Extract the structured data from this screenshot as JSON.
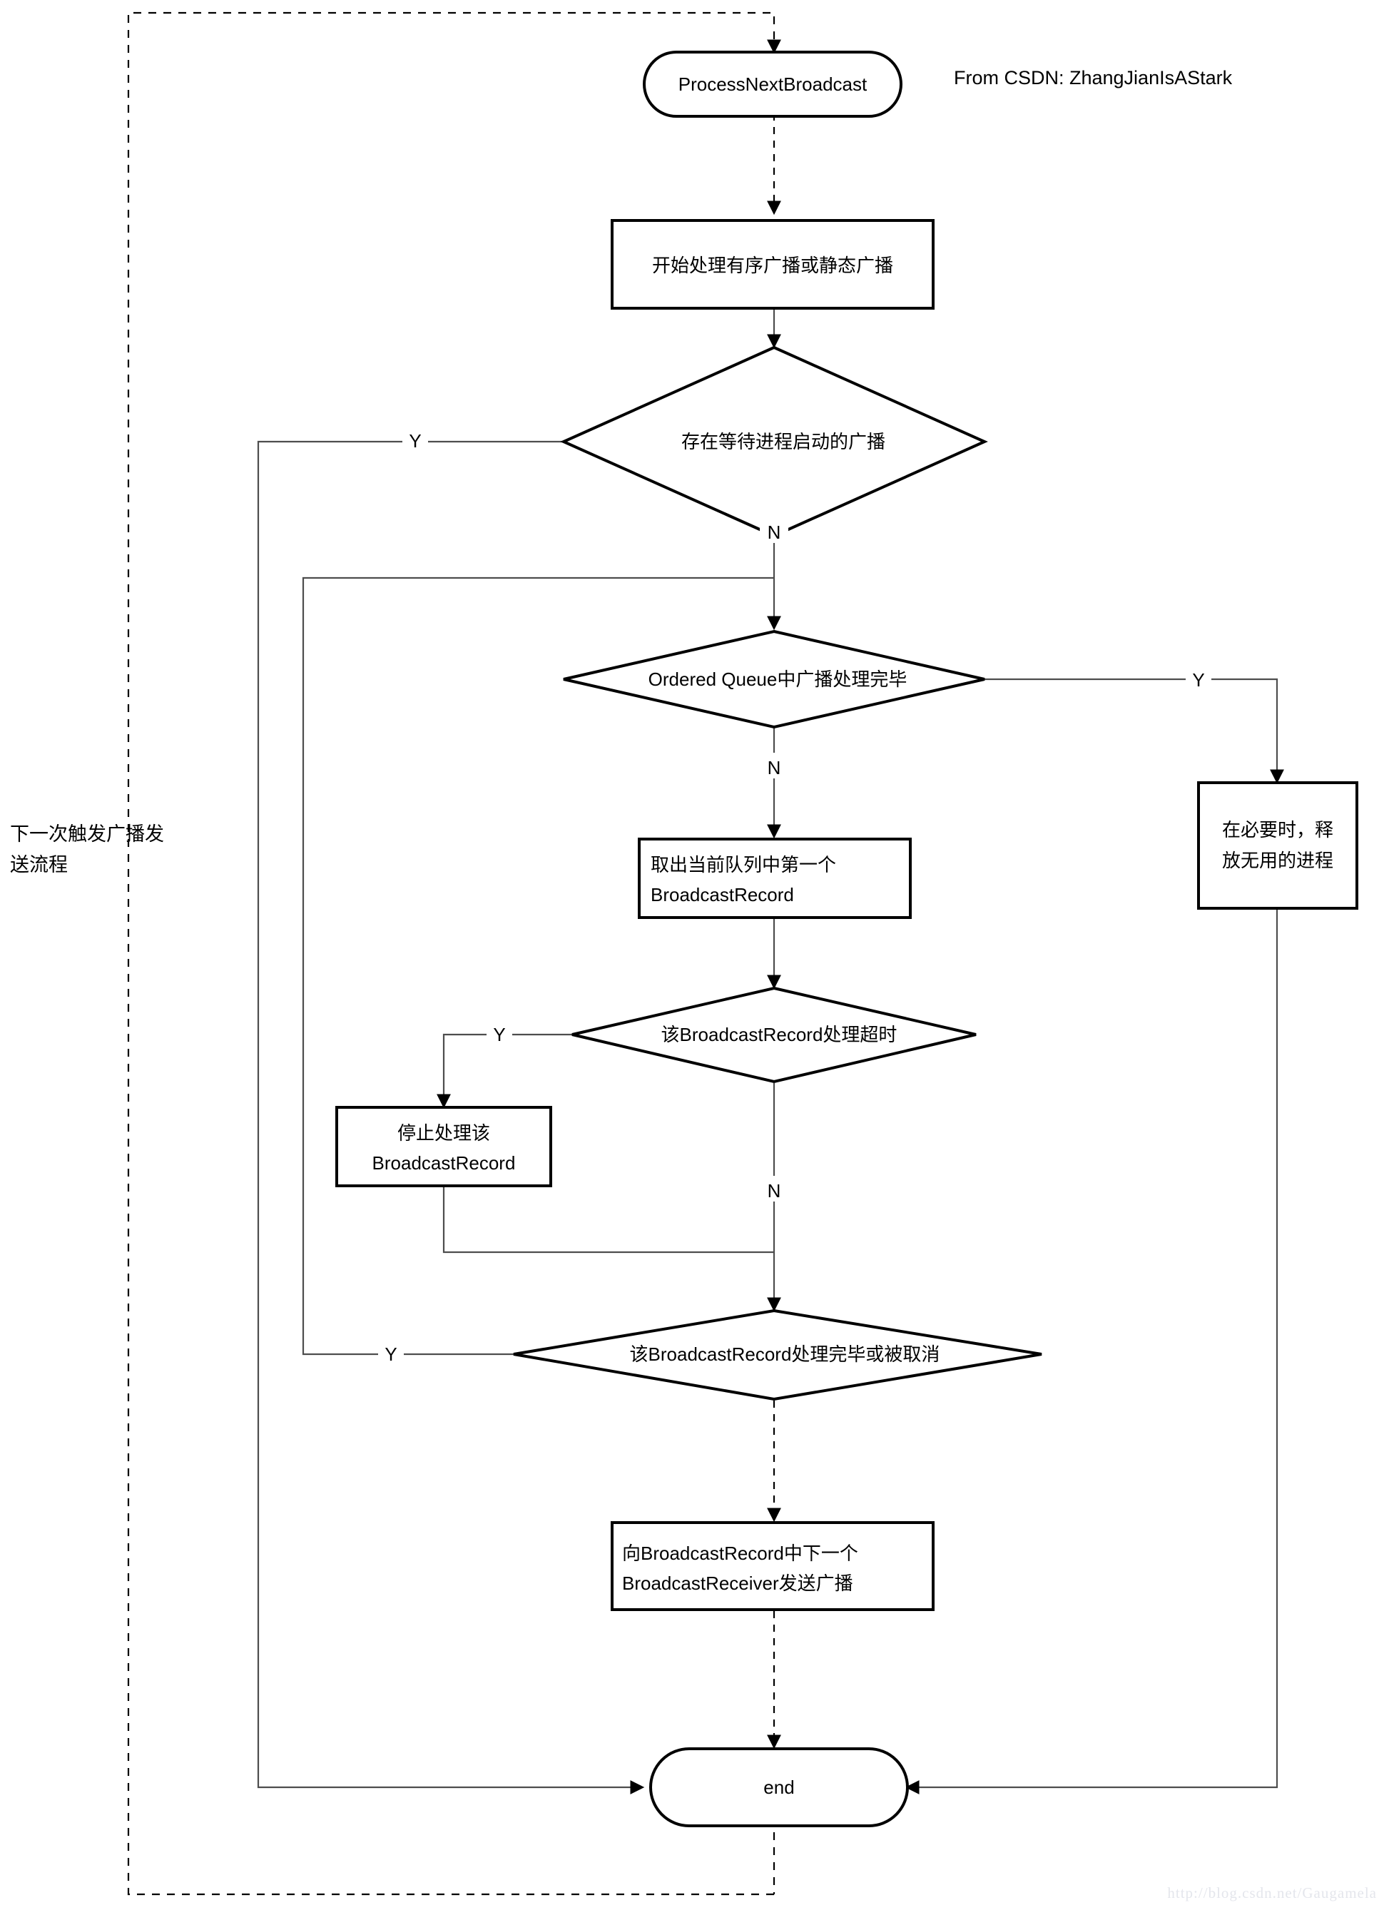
{
  "diagram": {
    "title": "ProcessNextBroadcast flow",
    "attribution": "From CSDN: ZhangJianIsAStark",
    "watermark": "http://blog.csdn.net/Gaugamela",
    "side_note": "下一次触发广播发送流程",
    "colors": {
      "shape_stroke": "#000000",
      "shape_fill": "#ffffff",
      "link": "#4d4d4d",
      "text": "#000000",
      "watermark": "#e4e6ec"
    },
    "nodes": {
      "start": {
        "label": "ProcessNextBroadcast",
        "shape": "terminator"
      },
      "process_begin": {
        "label": "开始处理有序广播或静态广播",
        "shape": "process"
      },
      "decision_pending_process": {
        "label": "存在等待进程启动的广播",
        "shape": "decision"
      },
      "decision_queue_done": {
        "label": "Ordered Queue中广播处理完毕",
        "shape": "decision"
      },
      "process_release": {
        "label_line1": "在必要时，释",
        "label_line2": "放无用的进程",
        "shape": "process"
      },
      "process_take_first": {
        "label_line1": "取出当前队列中第一个",
        "label_line2": "BroadcastRecord",
        "shape": "process"
      },
      "decision_timeout": {
        "label": "该BroadcastRecord处理超时",
        "shape": "decision"
      },
      "process_stop": {
        "label_line1": "停止处理该",
        "label_line2": "BroadcastRecord",
        "shape": "process"
      },
      "decision_finished": {
        "label": "该BroadcastRecord处理完毕或被取消",
        "shape": "decision"
      },
      "process_send_next": {
        "label_line1": "向BroadcastRecord中下一个",
        "label_line2": "BroadcastReceiver发送广播",
        "shape": "process"
      },
      "end": {
        "label": "end",
        "shape": "terminator"
      }
    },
    "edge_labels": {
      "pending_yes": "Y",
      "pending_no": "N",
      "queue_done_yes": "Y",
      "queue_done_no": "N",
      "timeout_yes": "Y",
      "timeout_no": "N",
      "finished_yes": "Y"
    }
  }
}
